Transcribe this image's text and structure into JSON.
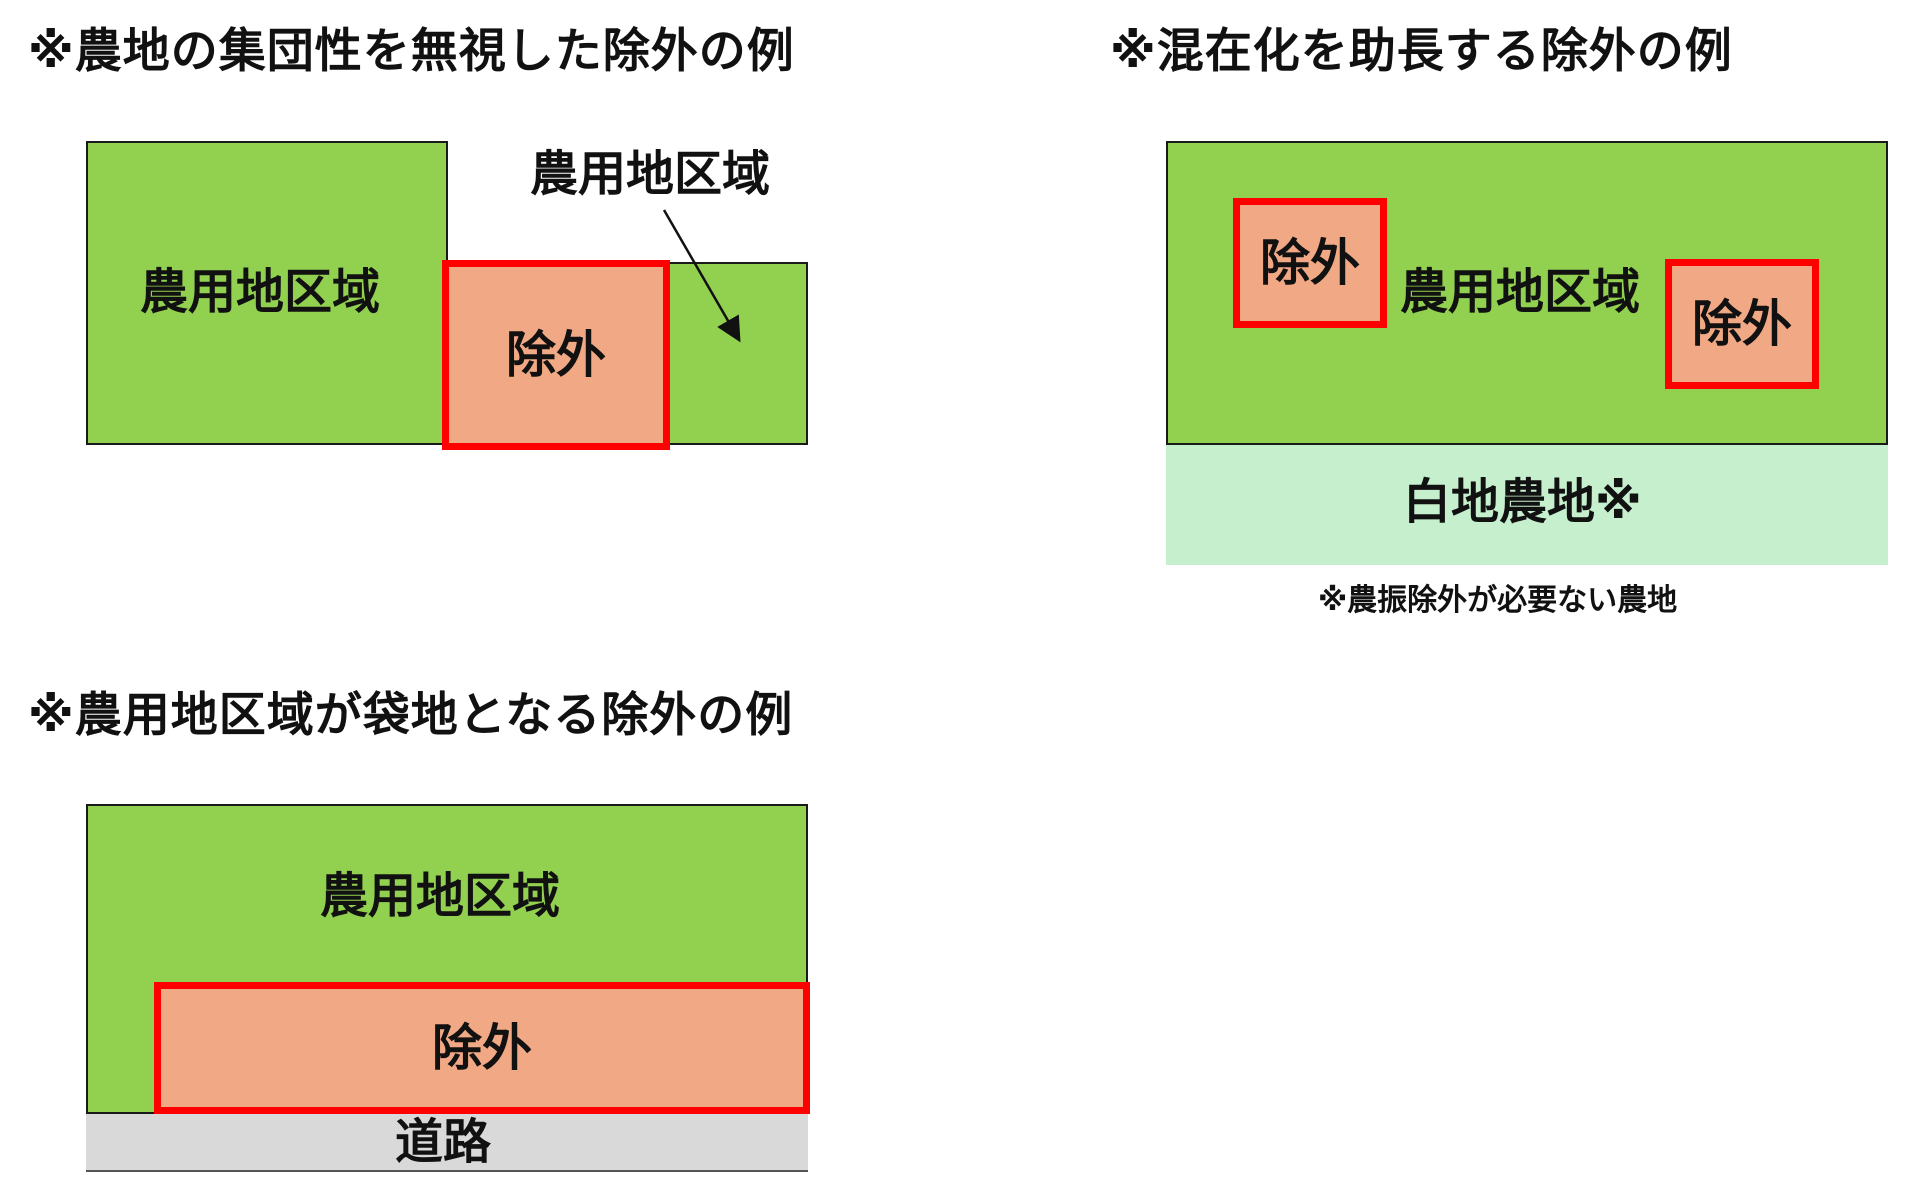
{
  "panel1": {
    "title": "※農地の集団性を無視した除外の例",
    "main_label": "農用地区域",
    "exclusion_label": "除外",
    "pointer_label": "農用地区域"
  },
  "panel2": {
    "title": "※混在化を助長する除外の例",
    "main_label": "農用地区域",
    "exclusion_left_label": "除外",
    "exclusion_right_label": "除外",
    "white_farmland_label": "白地農地※",
    "footnote": "※農振除外が必要ない農地"
  },
  "panel3": {
    "title": "※農用地区域が袋地となる除外の例",
    "main_label": "農用地区域",
    "exclusion_label": "除外",
    "road_label": "道路"
  },
  "colors": {
    "agricultural_zone": "#92d050",
    "exclusion_fill": "#f1a985",
    "exclusion_border": "#ff0000",
    "white_farmland": "#c6efce",
    "road": "#d9d9d9"
  }
}
